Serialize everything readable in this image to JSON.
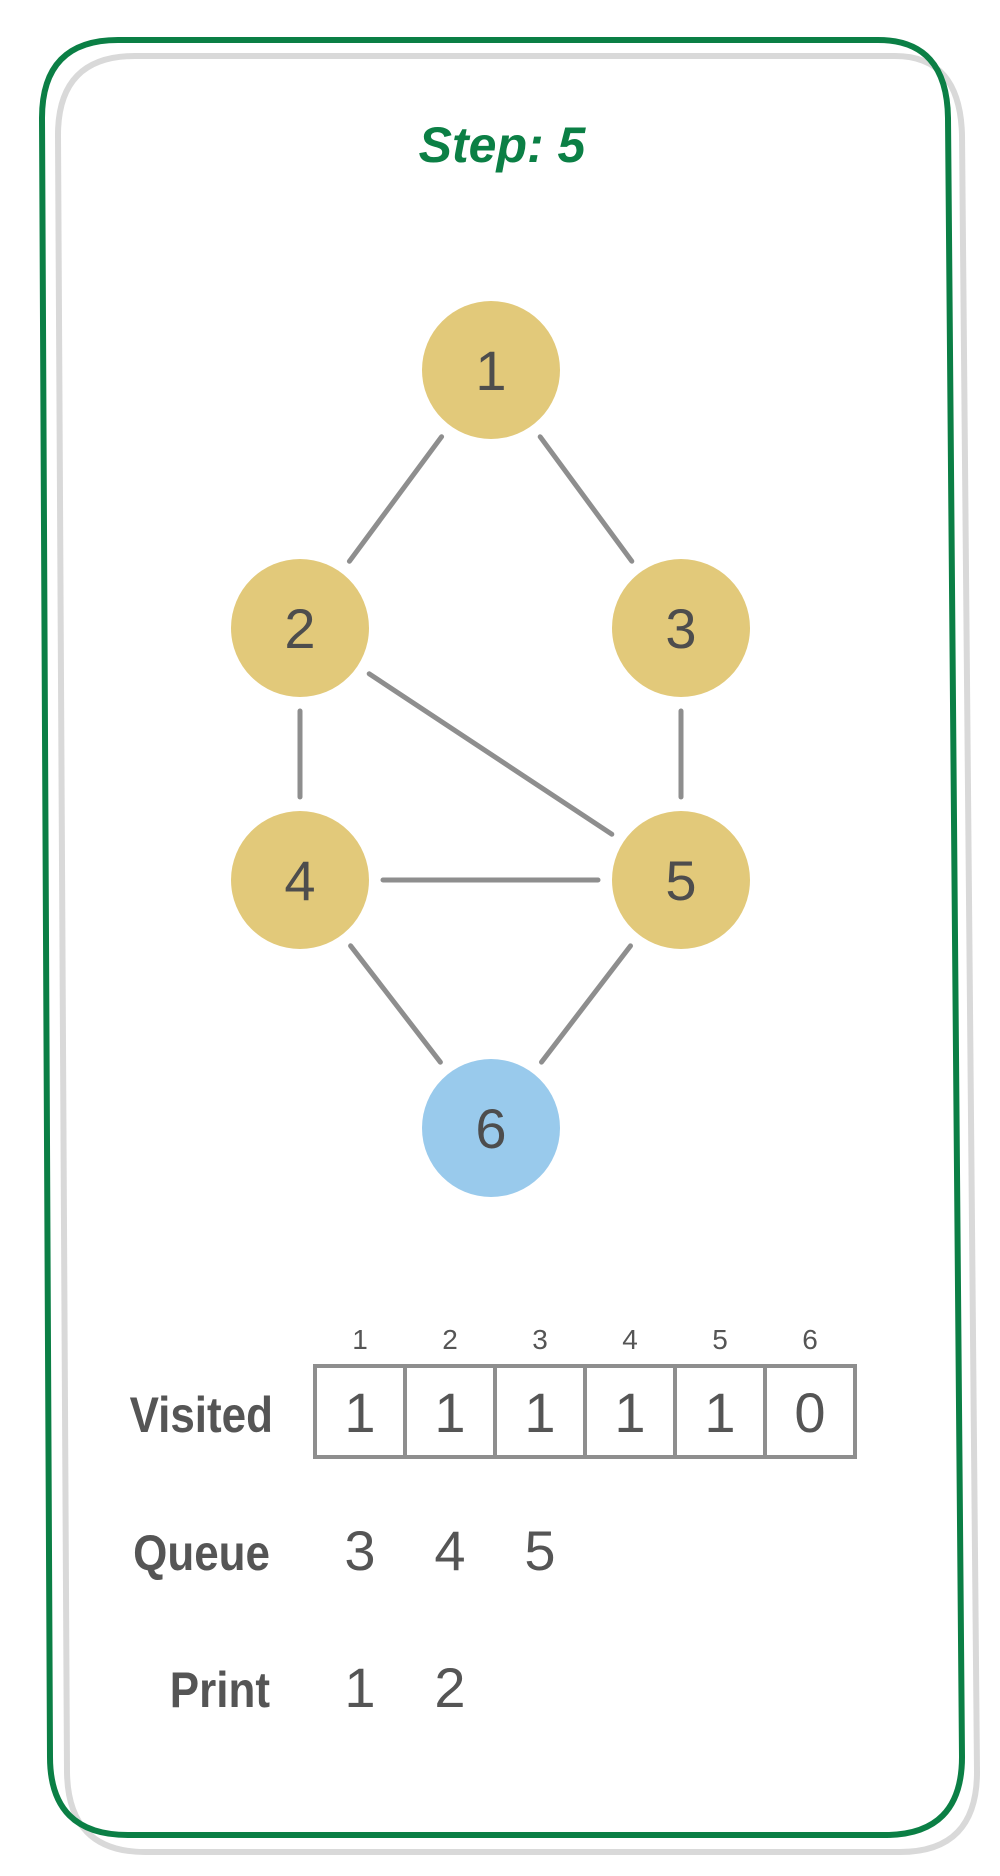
{
  "title": "Step: 5",
  "colors": {
    "frame": "#0b7f45",
    "frame_shadow": "#d9d9d9",
    "visited_node": "#e2c97a",
    "current_node": "#99caec",
    "edge": "#8e8e8e",
    "text": "#4d4d4d"
  },
  "graph": {
    "nodes": [
      {
        "id": "1",
        "label": "1",
        "state": "visited"
      },
      {
        "id": "2",
        "label": "2",
        "state": "visited"
      },
      {
        "id": "3",
        "label": "3",
        "state": "visited"
      },
      {
        "id": "4",
        "label": "4",
        "state": "visited"
      },
      {
        "id": "5",
        "label": "5",
        "state": "visited"
      },
      {
        "id": "6",
        "label": "6",
        "state": "current"
      }
    ],
    "edges": [
      [
        "1",
        "2"
      ],
      [
        "1",
        "3"
      ],
      [
        "2",
        "4"
      ],
      [
        "2",
        "5"
      ],
      [
        "3",
        "5"
      ],
      [
        "4",
        "5"
      ],
      [
        "4",
        "6"
      ],
      [
        "5",
        "6"
      ]
    ]
  },
  "visited": {
    "label": "Visited",
    "headers": [
      "1",
      "2",
      "3",
      "4",
      "5",
      "6"
    ],
    "values": [
      "1",
      "1",
      "1",
      "1",
      "1",
      "0"
    ]
  },
  "queue": {
    "label": "Queue",
    "values": [
      "3",
      "4",
      "5"
    ]
  },
  "print": {
    "label": "Print",
    "values": [
      "1",
      "2"
    ]
  }
}
